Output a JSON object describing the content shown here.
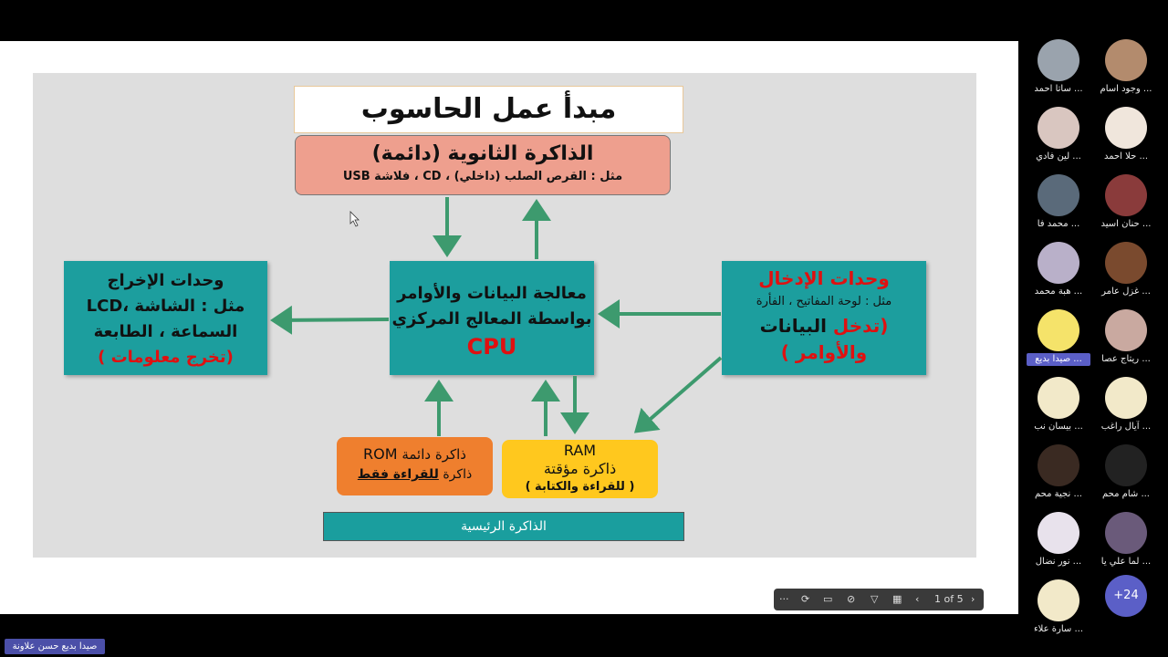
{
  "slide": {
    "title": "مبدأ عمل الحاسوب",
    "secondary_memory": {
      "heading": "الذاكرة الثانوية (دائمة)",
      "example": "مثل : القرص الصلب (داخلي) ، CD ، فلاشة USB"
    },
    "cpu": {
      "line1": "معالجة البيانات والأوامر",
      "line2": "بواسطة المعالج المركزي",
      "line3": "CPU"
    },
    "output": {
      "line1": "وحدات الإخراج",
      "line2": "مثل : الشاشة ،LCD",
      "line3": "السماعة ، الطابعة",
      "line4": "(تخرج معلومات )"
    },
    "input": {
      "line1": "وحدات الإدخال",
      "line2": "مثل : لوحة المفاتيح ، الفأرة",
      "line3a": "(تدخل",
      "line3b": " البيانات",
      "line4": "والأوامر )"
    },
    "rom": {
      "label": "ROM",
      "line1": "ذاكرة دائمة",
      "line2a": "ذاكرة ",
      "line2b": "للقراءة فقط"
    },
    "ram": {
      "label": "RAM",
      "line1": "ذاكرة مؤقتة",
      "line2": "( للقراءة والكتابة )"
    },
    "main_memory": "الذاكرة الرئيسية",
    "colors": {
      "teal": "#1c9e9e",
      "salmon": "#ee9f8e",
      "orange": "#ef7f2e",
      "yellow": "#ffc81e",
      "red_text": "#e01010",
      "arrow": "#3d9a6e"
    }
  },
  "toolbar": {
    "more": "···",
    "page_indicator": "1 of 5",
    "icons": [
      "more-icon",
      "sync-icon",
      "camera-icon",
      "hide-icon",
      "laser-pointer-icon",
      "view-icon",
      "prev-icon",
      "next-icon"
    ]
  },
  "participants": [
    {
      "name": "... ساتا احمد",
      "color": "#9aa3ad"
    },
    {
      "name": "... وجود اسام",
      "color": "#b38b6d"
    },
    {
      "name": "... لين فادي",
      "color": "#d9c6c0"
    },
    {
      "name": "... حلا احمد",
      "color": "#f0e6dc"
    },
    {
      "name": "... محمد فا",
      "color": "#5a6a7a"
    },
    {
      "name": "... حنان اسيد",
      "color": "#8a3b3b"
    },
    {
      "name": "... هبة محمد",
      "color": "#b9b0c9"
    },
    {
      "name": "... غزل عامر",
      "color": "#7a4a2e"
    },
    {
      "name": "... صيدا بديع",
      "color": "#f5e36a",
      "highlight": true
    },
    {
      "name": "... ريتاج عصا",
      "color": "#c9a9a0"
    },
    {
      "name": "... بيسان نب",
      "color": "#f2e9c9"
    },
    {
      "name": "... آيال راغب",
      "color": "#f2e9c9"
    },
    {
      "name": "... نجية محم",
      "color": "#3a2a22"
    },
    {
      "name": "... شام محم",
      "color": "#222222"
    },
    {
      "name": "... نور نضال",
      "color": "#e8e2ec"
    },
    {
      "name": "... لما علي يا",
      "color": "#6a5a7a"
    },
    {
      "name": "... سارة علاء",
      "color": "#f2e9c9"
    }
  ],
  "more_participants": "+24",
  "presenter_name": "صيدا بديع حسن علاونة"
}
